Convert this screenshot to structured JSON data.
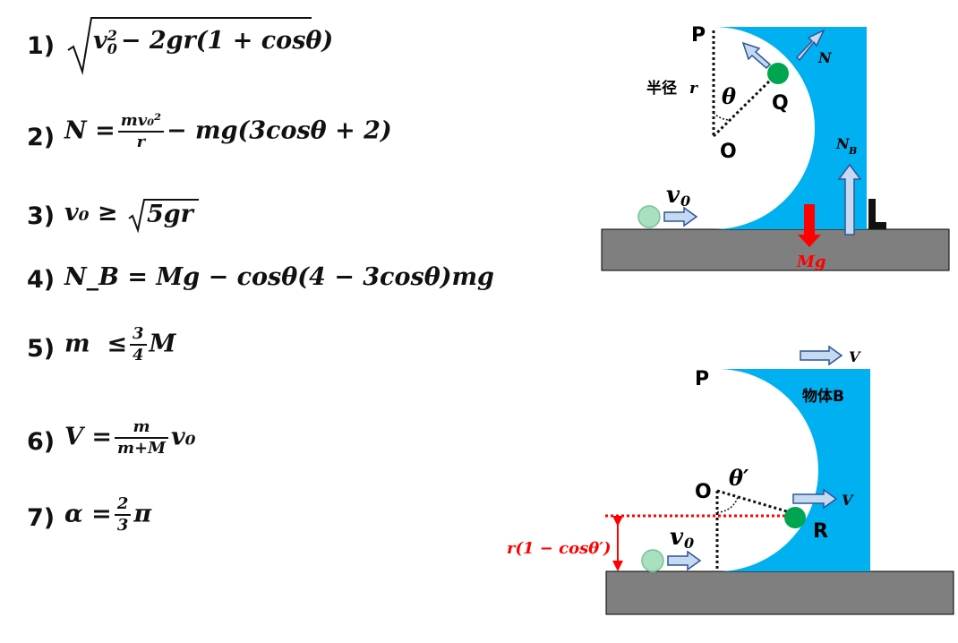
{
  "answers": {
    "a1": {
      "num": "1)",
      "expr": "√v₀² − 2gr(1 + cosθ)",
      "radicand_a": "v",
      "radicand_b": "− 2gr(1 + cosθ)"
    },
    "a2": {
      "num": "2)",
      "lhs": "N =",
      "frac_num": "mv₀²",
      "frac_den": "r",
      "rhs": "− mg(3cosθ + 2)"
    },
    "a3": {
      "num": "3)",
      "lhs": "v₀ ≥",
      "radicand": "5gr"
    },
    "a4": {
      "num": "4)",
      "expr": "N_B = Mg − cosθ(4 − 3cosθ)mg"
    },
    "a5": {
      "num": "5)",
      "lhs": "m  ≤",
      "frac_num": "3",
      "frac_den": "4",
      "rhs": "M"
    },
    "a6": {
      "num": "6)",
      "lhs": "V =",
      "frac_num": "m",
      "frac_den": "m+M",
      "rhs": "v₀"
    },
    "a7": {
      "num": "7)",
      "lhs": "α =",
      "frac_num": "2",
      "frac_den": "3",
      "rhs": "π"
    }
  },
  "top_diagram": {
    "label_P": "P",
    "label_Q": "Q",
    "label_O": "O",
    "radius_label": "半径",
    "radius_var": "r",
    "theta": "θ",
    "force_N": "N",
    "force_NB": "N",
    "force_NB_sub": "B",
    "velocity": "v",
    "velocity_sub": "0",
    "weight": "Mg",
    "colors": {
      "block": "#00b0f0",
      "ground": "#7f7f7f",
      "ball_q": "#00a550",
      "ball_start": "#a8e0c0",
      "arrow_fill": "#c5d9f1",
      "arrow_stroke": "#2f5597",
      "weight_arrow": "#ff0000"
    }
  },
  "bottom_diagram": {
    "label_P": "P",
    "label_O": "O",
    "label_R": "R",
    "block_label": "物体B",
    "theta_prime": "θ′",
    "velocity_block": "V",
    "velocity_ball": "V",
    "velocity_start": "v",
    "velocity_start_sub": "0",
    "height_label": "r(1 − cosθ′)"
  }
}
